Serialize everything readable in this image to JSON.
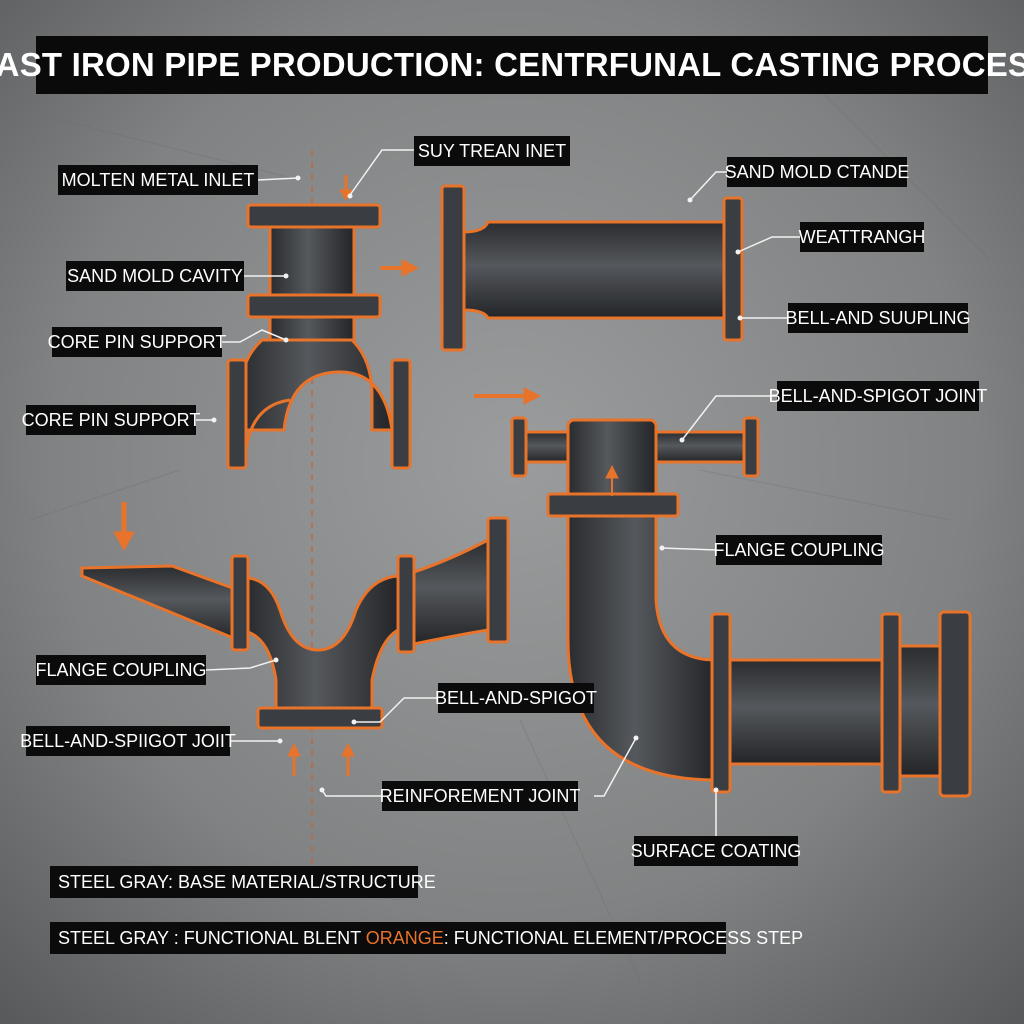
{
  "title": "CAST IRON PIPE PRODUCTION: CENTRFUNAL CASTING PROCESS",
  "colors": {
    "accent": "#e8732a",
    "pipe": "#3a3d41",
    "label_bg": "#0b0b0b",
    "background": "#7d7f80"
  },
  "labels": {
    "suy_trean_inet": "SUY TREAN INET",
    "molten_metal_inlet": "MOLTEN METAL INLET",
    "sand_mold_cavity": "SAND MOLD CAVITY",
    "core_pin_support_1": "CORE PIN SUPPORT",
    "core_pin_support_2": "CORE PIN SUPPORT",
    "sand_mold_ctande": "SAND MOLD CTANDE",
    "weattrangh": "WEATTRANGH",
    "bell_and_suupling": "BELL-AND SUUPLING",
    "bell_and_spigot_joint": "BELL-AND-SPIGOT JOINT",
    "flange_coupling_right": "FLANGE COUPLING",
    "flange_coupling_left": "FLANGE COUPLING",
    "bell_and_spigot": "BELL-AND-SPIGOT",
    "bell_and_spiigot_joiit": "BELL-AND-SPIIGOT JOIIT",
    "reinforement_joint": "REINFOREMENT JOINT",
    "surface_coating": "SURFACE COATING"
  },
  "legend": {
    "line1": "STEEL GRAY: BASE MATERIAL/STRUCTURE",
    "line2_prefix": "STEEL GRAY : FUNCTIONAL BLENT ",
    "line2_accent": "ORANGE",
    "line2_suffix": ": FUNCTIONAL ELEMENT/PROCESS STEP"
  }
}
